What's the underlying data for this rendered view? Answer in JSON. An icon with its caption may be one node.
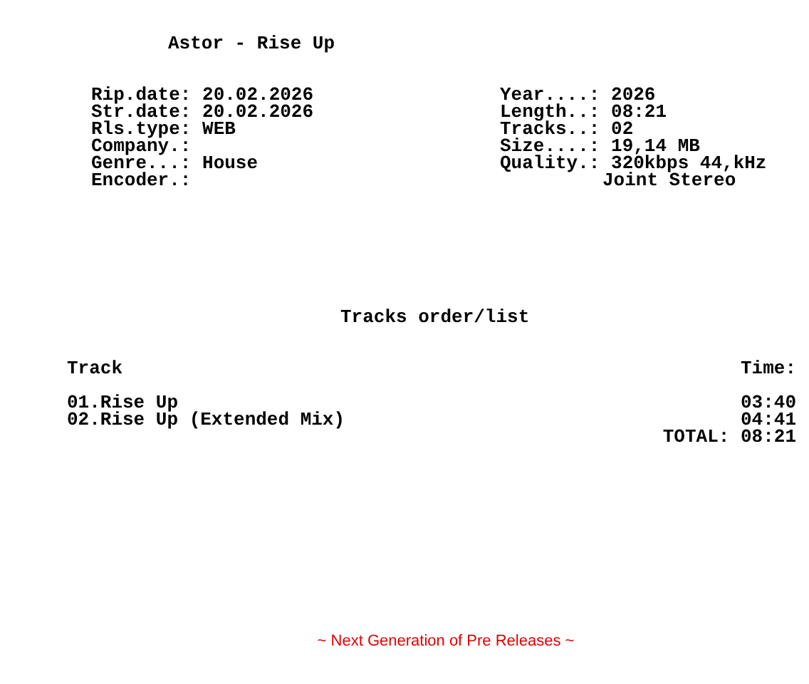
{
  "diagram": {
    "title": "Astor - Rise Up",
    "labels": [
      "Rip.date: 20.02.2026",
      "Year....: 2026",
      "Str.date: 20.02.2026",
      "Length..: 08:21",
      "Rls.type: WEB",
      "Tracks..: 02",
      "Company.:",
      "Size....: 19,14 MB",
      "Genre...: House",
      "Quality.: 320kbps 44,kHz",
      "Encoder.:",
      "Joint Stereo",
      "Tracks order/list",
      "Track",
      "Time:",
      "01.Rise Up",
      "03:40",
      "02.Rise Up (Extended Mix)",
      "04:41",
      "TOTAL: 08:21",
      "~ Next Generation of Pre Releases ~"
    ]
  }
}
